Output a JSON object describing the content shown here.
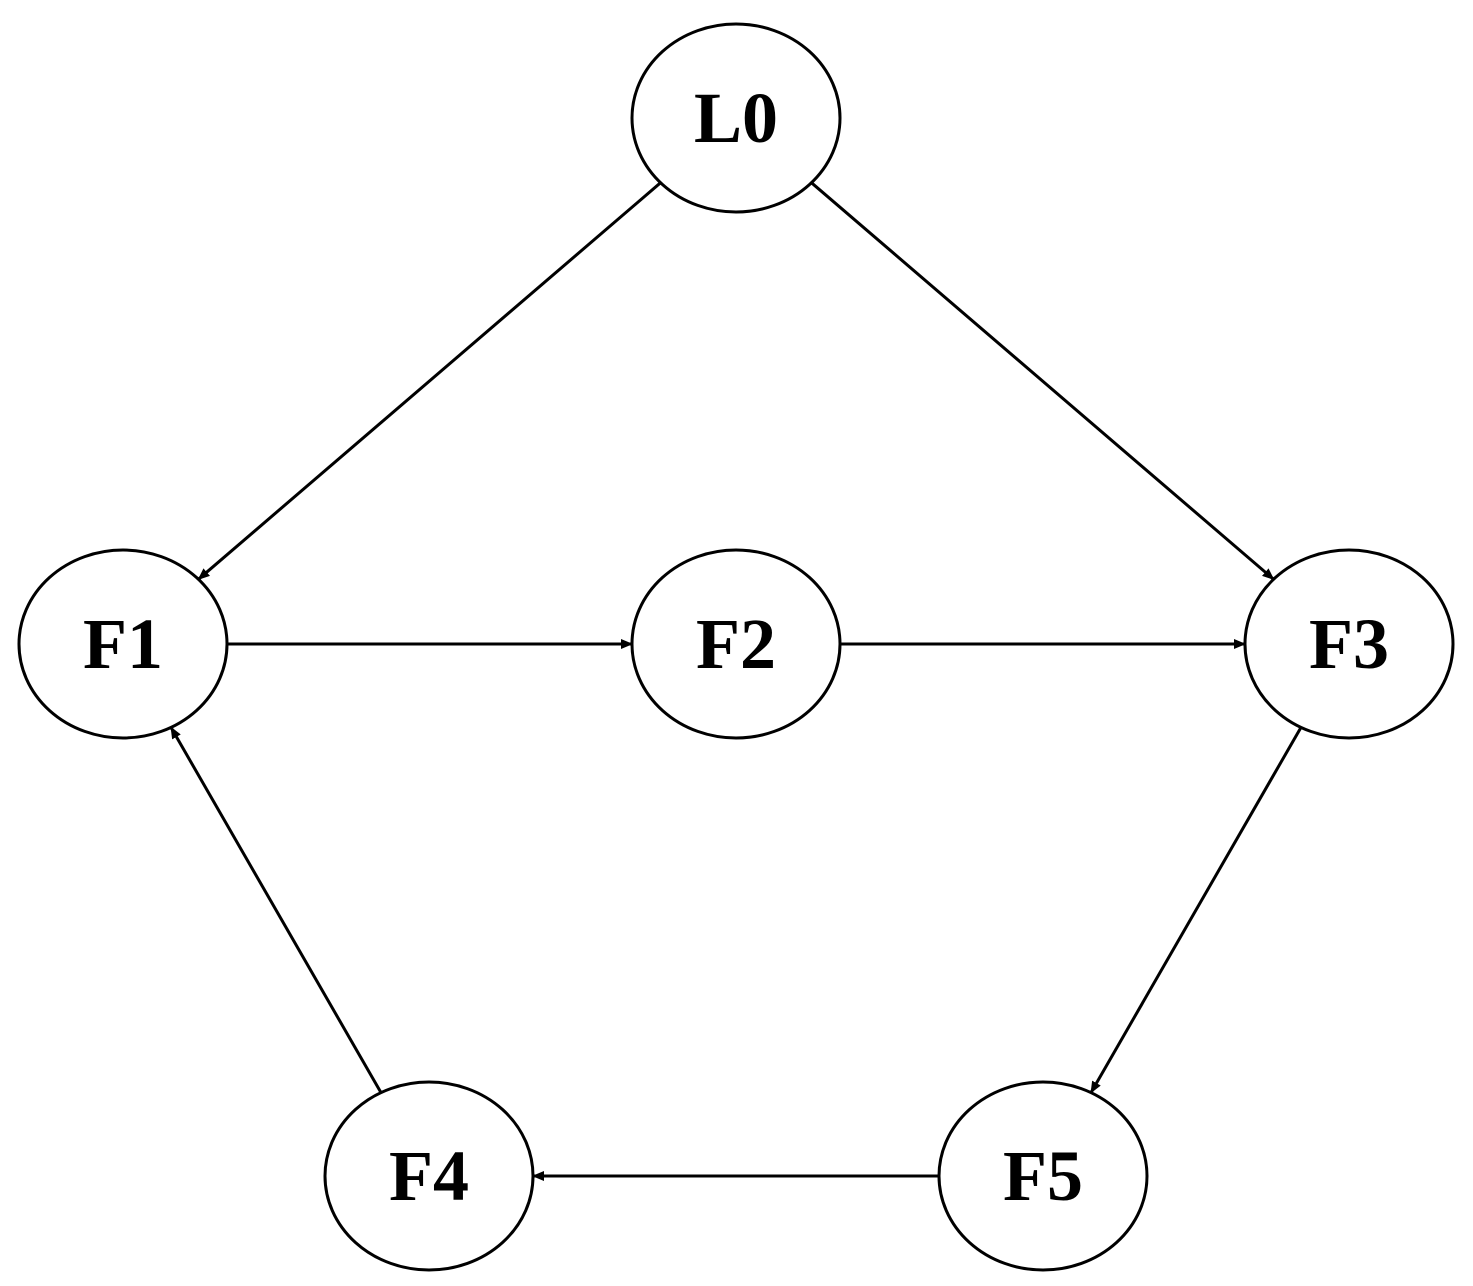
{
  "diagram": {
    "nodes": [
      {
        "id": "L0",
        "label": "L0"
      },
      {
        "id": "F1",
        "label": "F1"
      },
      {
        "id": "F2",
        "label": "F2"
      },
      {
        "id": "F3",
        "label": "F3"
      },
      {
        "id": "F4",
        "label": "F4"
      },
      {
        "id": "F5",
        "label": "F5"
      }
    ],
    "edges": [
      {
        "from": "L0",
        "to": "F1"
      },
      {
        "from": "L0",
        "to": "F3"
      },
      {
        "from": "F1",
        "to": "F2"
      },
      {
        "from": "F2",
        "to": "F3"
      },
      {
        "from": "F3",
        "to": "F5"
      },
      {
        "from": "F5",
        "to": "F4"
      },
      {
        "from": "F4",
        "to": "F1"
      }
    ],
    "colors": {
      "stroke": "#000000",
      "background": "#ffffff"
    }
  }
}
